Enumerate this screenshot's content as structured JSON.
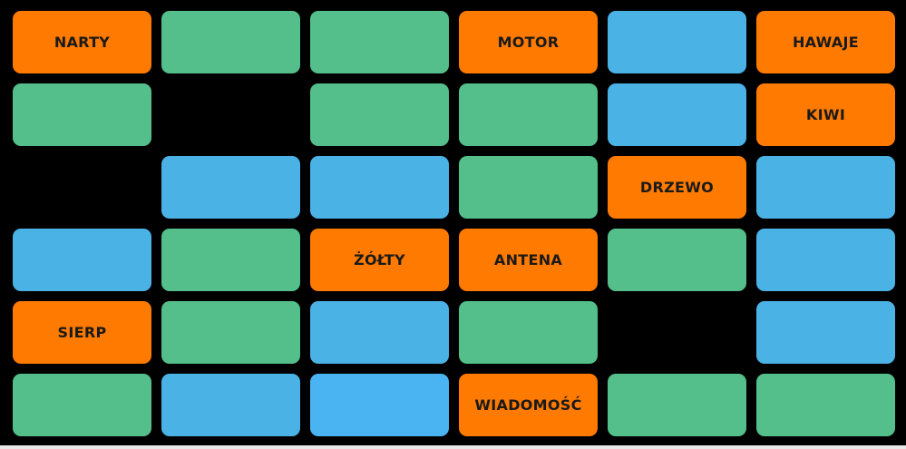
{
  "colors": {
    "orange": "#ff7a00",
    "green": "#54bf8a",
    "blue": "#4bb2e6",
    "blue_bright": "#4ab4f2",
    "empty": "#000000",
    "label_text": "#1a1a1a"
  },
  "board": {
    "rows": 6,
    "cols": 6,
    "cells": [
      [
        {
          "color": "orange",
          "label": "NARTY"
        },
        {
          "color": "green",
          "label": ""
        },
        {
          "color": "green",
          "label": ""
        },
        {
          "color": "orange",
          "label": "MOTOR"
        },
        {
          "color": "blue",
          "label": ""
        },
        {
          "color": "orange",
          "label": "HAWAJE"
        }
      ],
      [
        {
          "color": "green",
          "label": ""
        },
        {
          "color": "empty",
          "label": ""
        },
        {
          "color": "green",
          "label": ""
        },
        {
          "color": "green",
          "label": ""
        },
        {
          "color": "blue",
          "label": ""
        },
        {
          "color": "orange",
          "label": "KIWI"
        }
      ],
      [
        {
          "color": "empty",
          "label": ""
        },
        {
          "color": "blue",
          "label": ""
        },
        {
          "color": "blue",
          "label": ""
        },
        {
          "color": "green",
          "label": ""
        },
        {
          "color": "orange",
          "label": "DRZEWO"
        },
        {
          "color": "blue",
          "label": ""
        }
      ],
      [
        {
          "color": "blue",
          "label": ""
        },
        {
          "color": "green",
          "label": ""
        },
        {
          "color": "orange",
          "label": "ŻÓŁTY"
        },
        {
          "color": "orange",
          "label": "ANTENA"
        },
        {
          "color": "green",
          "label": ""
        },
        {
          "color": "blue",
          "label": ""
        }
      ],
      [
        {
          "color": "orange",
          "label": "SIERP"
        },
        {
          "color": "green",
          "label": ""
        },
        {
          "color": "blue",
          "label": ""
        },
        {
          "color": "green",
          "label": ""
        },
        {
          "color": "empty",
          "label": ""
        },
        {
          "color": "blue",
          "label": ""
        }
      ],
      [
        {
          "color": "green",
          "label": ""
        },
        {
          "color": "blue",
          "label": ""
        },
        {
          "color": "blue_bright",
          "label": ""
        },
        {
          "color": "orange",
          "label": "WIADOMOŚĆ"
        },
        {
          "color": "green",
          "label": ""
        },
        {
          "color": "green",
          "label": ""
        }
      ]
    ]
  }
}
